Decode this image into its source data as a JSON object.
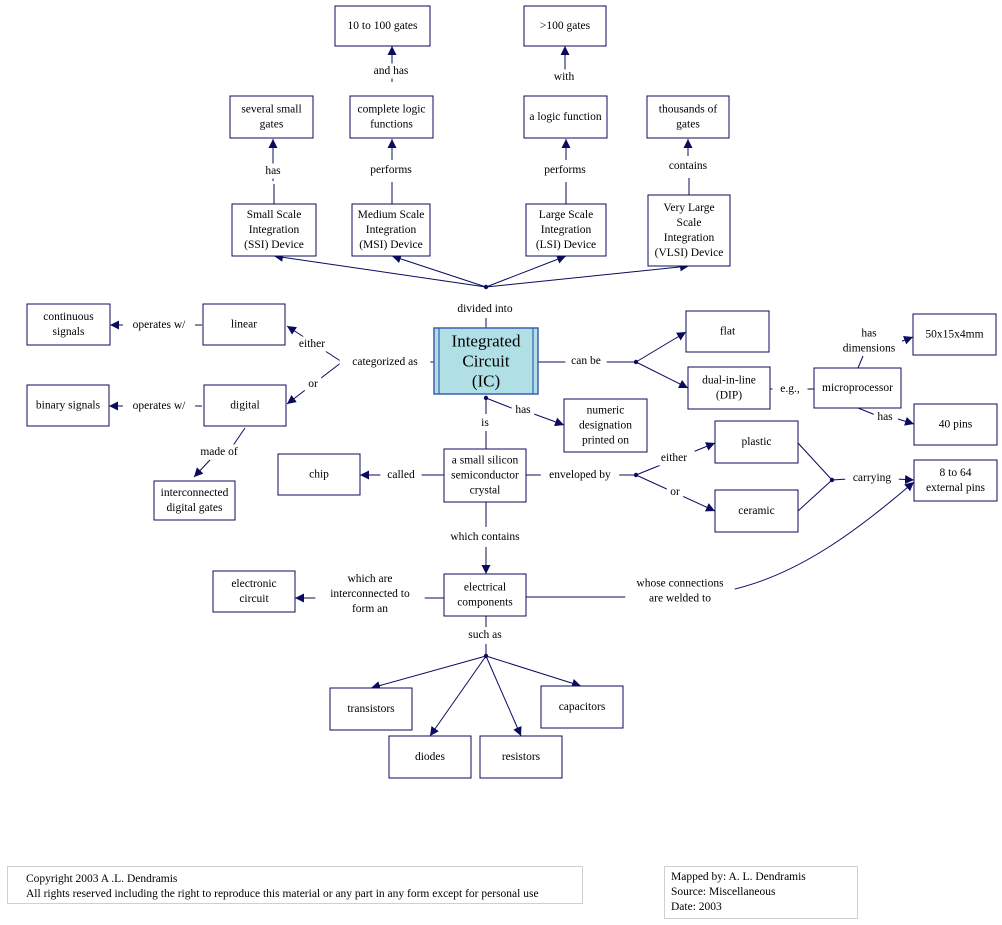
{
  "nodes": {
    "ic": [
      "Integrated",
      "Circuit",
      "(IC)"
    ],
    "g10to100": [
      "10 to 100 gates"
    ],
    "g100": [
      ">100 gates"
    ],
    "several": [
      "several small",
      "gates"
    ],
    "complete": [
      "complete logic",
      "functions"
    ],
    "logicfn": [
      "a logic function"
    ],
    "thousands": [
      "thousands of",
      "gates"
    ],
    "ssi": [
      "Small Scale",
      "Integration",
      "(SSI) Device"
    ],
    "msi": [
      "Medium Scale",
      "Integration",
      "(MSI) Device"
    ],
    "lsi": [
      "Large Scale",
      "Integration",
      "(LSI) Device"
    ],
    "vlsi": [
      "Very Large",
      "Scale",
      "Integration",
      "(VLSI) Device"
    ],
    "continuous": [
      "continuous",
      "signals"
    ],
    "linear": [
      "linear"
    ],
    "binary": [
      "binary signals"
    ],
    "digital": [
      "digital"
    ],
    "interconnected": [
      "interconnected",
      "digital gates"
    ],
    "flat": [
      "flat"
    ],
    "dip": [
      "dual-in-line",
      "(DIP)"
    ],
    "microprocessor": [
      "microprocessor"
    ],
    "dims": [
      "50x15x4mm"
    ],
    "pins40": [
      "40 pins"
    ],
    "numeric": [
      "numeric",
      "designation",
      "printed on"
    ],
    "chip": [
      "chip"
    ],
    "crystal": [
      "a small silicon",
      "semiconductor",
      "crystal"
    ],
    "plastic": [
      "plastic"
    ],
    "ceramic": [
      "ceramic"
    ],
    "extpins": [
      "8 to 64",
      "external pins"
    ],
    "electronic": [
      "electronic",
      "circuit"
    ],
    "components": [
      "electrical",
      "components"
    ],
    "transistors": [
      "transistors"
    ],
    "capacitors": [
      "capacitors"
    ],
    "diodes": [
      "diodes"
    ],
    "resistors": [
      "resistors"
    ]
  },
  "labels": {
    "and_has": [
      "and has"
    ],
    "with": [
      "with"
    ],
    "has_ssi": [
      "has"
    ],
    "performs_msi": [
      "performs"
    ],
    "performs_lsi": [
      "performs"
    ],
    "contains": [
      "contains"
    ],
    "divided_into": [
      "divided into"
    ],
    "operates_linear": [
      "operates w/"
    ],
    "operates_digital": [
      "operates w/"
    ],
    "either_top": [
      "either"
    ],
    "or_left": [
      "or"
    ],
    "categorized_as": [
      "categorized as"
    ],
    "can_be": [
      "can be"
    ],
    "has_dims": [
      "has",
      "dimensions"
    ],
    "eg": [
      "e.g.,"
    ],
    "has_pins": [
      "has"
    ],
    "made_of": [
      "made of"
    ],
    "is": [
      "is"
    ],
    "has_numeric": [
      "has"
    ],
    "called": [
      "called"
    ],
    "enveloped_by": [
      "enveloped by"
    ],
    "either_right": [
      "either"
    ],
    "or_right": [
      "or"
    ],
    "carrying": [
      "carrying"
    ],
    "which_contains": [
      "which contains"
    ],
    "interconnected_form": [
      "which are",
      "interconnected to",
      "form an"
    ],
    "welded": [
      "whose connections",
      "are welded to"
    ],
    "such_as": [
      "such as"
    ]
  },
  "footer": {
    "copyright": "Copyright 2003  A .L. Dendramis",
    "rights": "All rights reserved including the right to reproduce this material or any part in any form except for personal use",
    "mapped_by": "Mapped by:  A. L. Dendramis",
    "source": "Source: Miscellaneous",
    "date": "Date: 2003"
  },
  "colors": {
    "line": "#0b0b5e",
    "central_fill": "#b0e0e6",
    "central_border": "#3f5fb0"
  }
}
